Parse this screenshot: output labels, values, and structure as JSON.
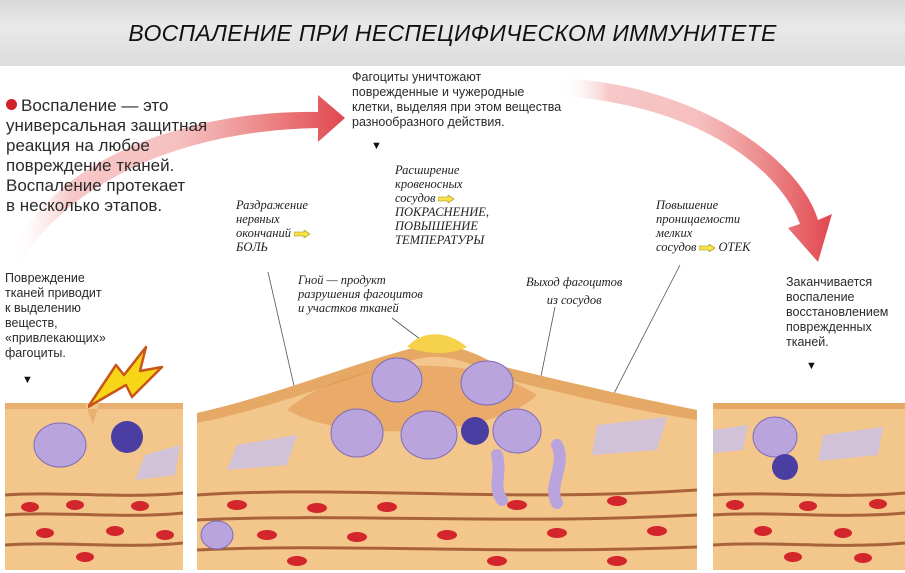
{
  "title": "ВОСПАЛЕНИЕ ПРИ НЕСПЕЦИФИЧЕСКОМ ИММУНИТЕТЕ",
  "intro": {
    "lines": [
      "Воспаление — это",
      "универсальная защитная",
      "реакция на любое",
      "повреждение тканей.",
      "Воспаление протекает",
      "в несколько этапов."
    ]
  },
  "damage": {
    "lines": [
      "Повреждение",
      "тканей приводит",
      "к выделению",
      "веществ,",
      "«привлекающих»",
      "фагоциты."
    ]
  },
  "phagocytes_note": {
    "lines": [
      "Фагоциты уничтожают",
      "поврежденные и чужеродные",
      "клетки, выделяя при этом вещества",
      "разнообразного действия."
    ]
  },
  "nerve": {
    "lines": [
      "Раздражение",
      "нервных",
      "окончаний"
    ],
    "result": "БОЛЬ"
  },
  "vessels": {
    "lines": [
      "Расширение",
      "кровеносных",
      "сосудов"
    ],
    "result_lines": [
      "ПОКРАСНЕНИЕ,",
      "ПОВЫШЕНИЕ",
      "ТЕМПЕРАТУРЫ"
    ]
  },
  "permeability": {
    "lines": [
      "Повышение",
      "проницаемости",
      "мелких",
      "сосудов"
    ],
    "result": "ОТЕК"
  },
  "pus": {
    "lines": [
      "Гной — продукт",
      "разрушения фагоцитов",
      "и участков тканей"
    ]
  },
  "exit": {
    "lines": [
      "Выход фагоцитов",
      "из сосудов"
    ]
  },
  "end": {
    "lines": [
      "Заканчивается",
      "воспаление",
      "восстановлением",
      "поврежденных",
      "тканей."
    ]
  },
  "colors": {
    "arc": "#e0464f",
    "tissue": "#f4c98f",
    "tissue_edge": "#d9a060",
    "vessel_line": "#b06a3a",
    "rbc": "#d3262c",
    "phagocyte": "#b4a0dc",
    "nucleus": "#4b3ea3",
    "lightning": "#f7d617"
  }
}
